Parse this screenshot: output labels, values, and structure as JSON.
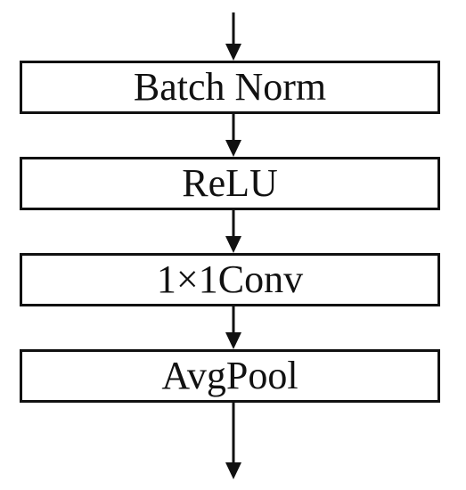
{
  "diagram": {
    "blocks": [
      {
        "label": "Batch Norm"
      },
      {
        "label": "ReLU"
      },
      {
        "label": "1×1Conv"
      },
      {
        "label": "AvgPool"
      }
    ],
    "colors": {
      "stroke": "#111111",
      "fill": "#ffffff",
      "text": "#111111"
    }
  }
}
